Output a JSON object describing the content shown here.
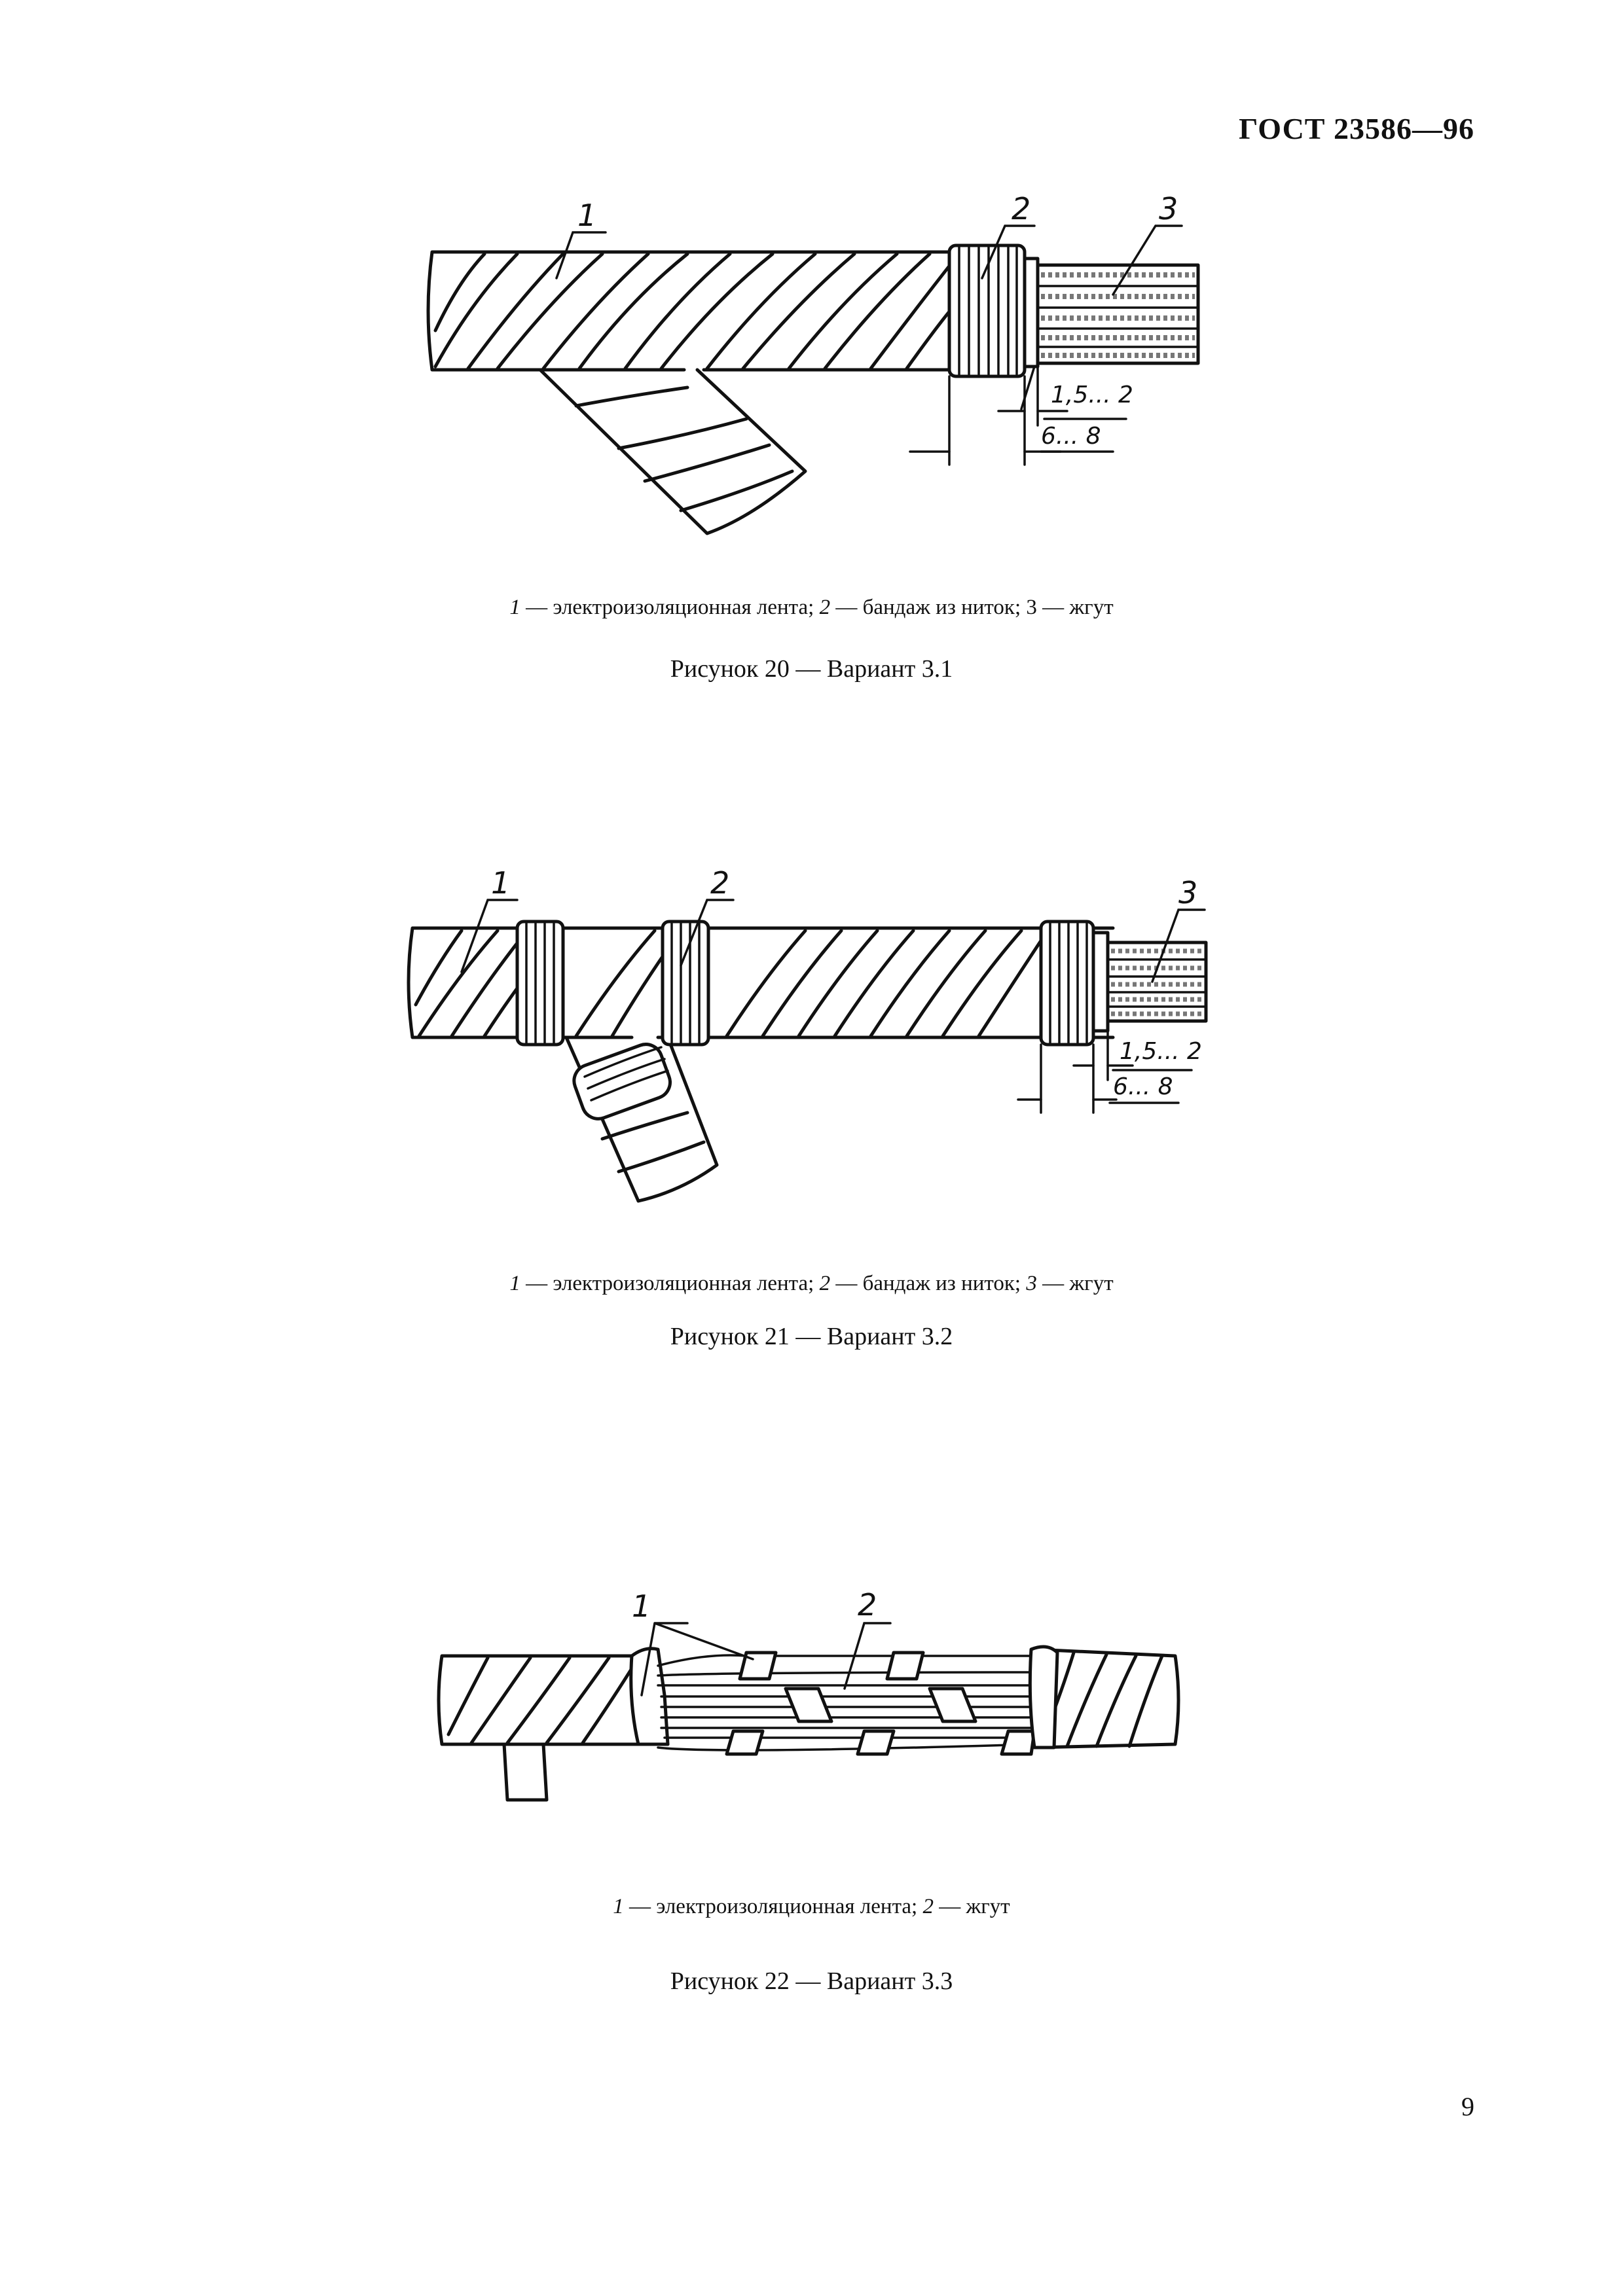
{
  "header": {
    "doc_code": "ГОСТ 23586—96"
  },
  "figures": [
    {
      "labels": [
        "1",
        "2",
        "3"
      ],
      "dims": {
        "small": "1,5... 2",
        "large": "6... 8"
      },
      "legend": [
        {
          "num": "1",
          "text": " — электроизоляционная лента; "
        },
        {
          "num": "2",
          "text": " — бандаж из ниток; 3 — жгут"
        }
      ],
      "caption": "Рисунок 20 — Вариант 3.1"
    },
    {
      "labels": [
        "1",
        "2",
        "3"
      ],
      "dims": {
        "small": "1,5... 2",
        "large": "6... 8"
      },
      "legend": [
        {
          "num": "1",
          "text": " — электроизоляционная лента; "
        },
        {
          "num": "2",
          "text": " — бандаж из ниток; "
        },
        {
          "num": "3",
          "text": " — жгут"
        }
      ],
      "caption": "Рисунок 21 — Вариант 3.2"
    },
    {
      "labels": [
        "1",
        "2"
      ],
      "legend": [
        {
          "num": "1",
          "text": " — электроизоляционная лента; "
        },
        {
          "num": "2",
          "text": " — жгут"
        }
      ],
      "caption": "Рисунок 22 — Вариант 3.3"
    }
  ],
  "page_number": "9"
}
